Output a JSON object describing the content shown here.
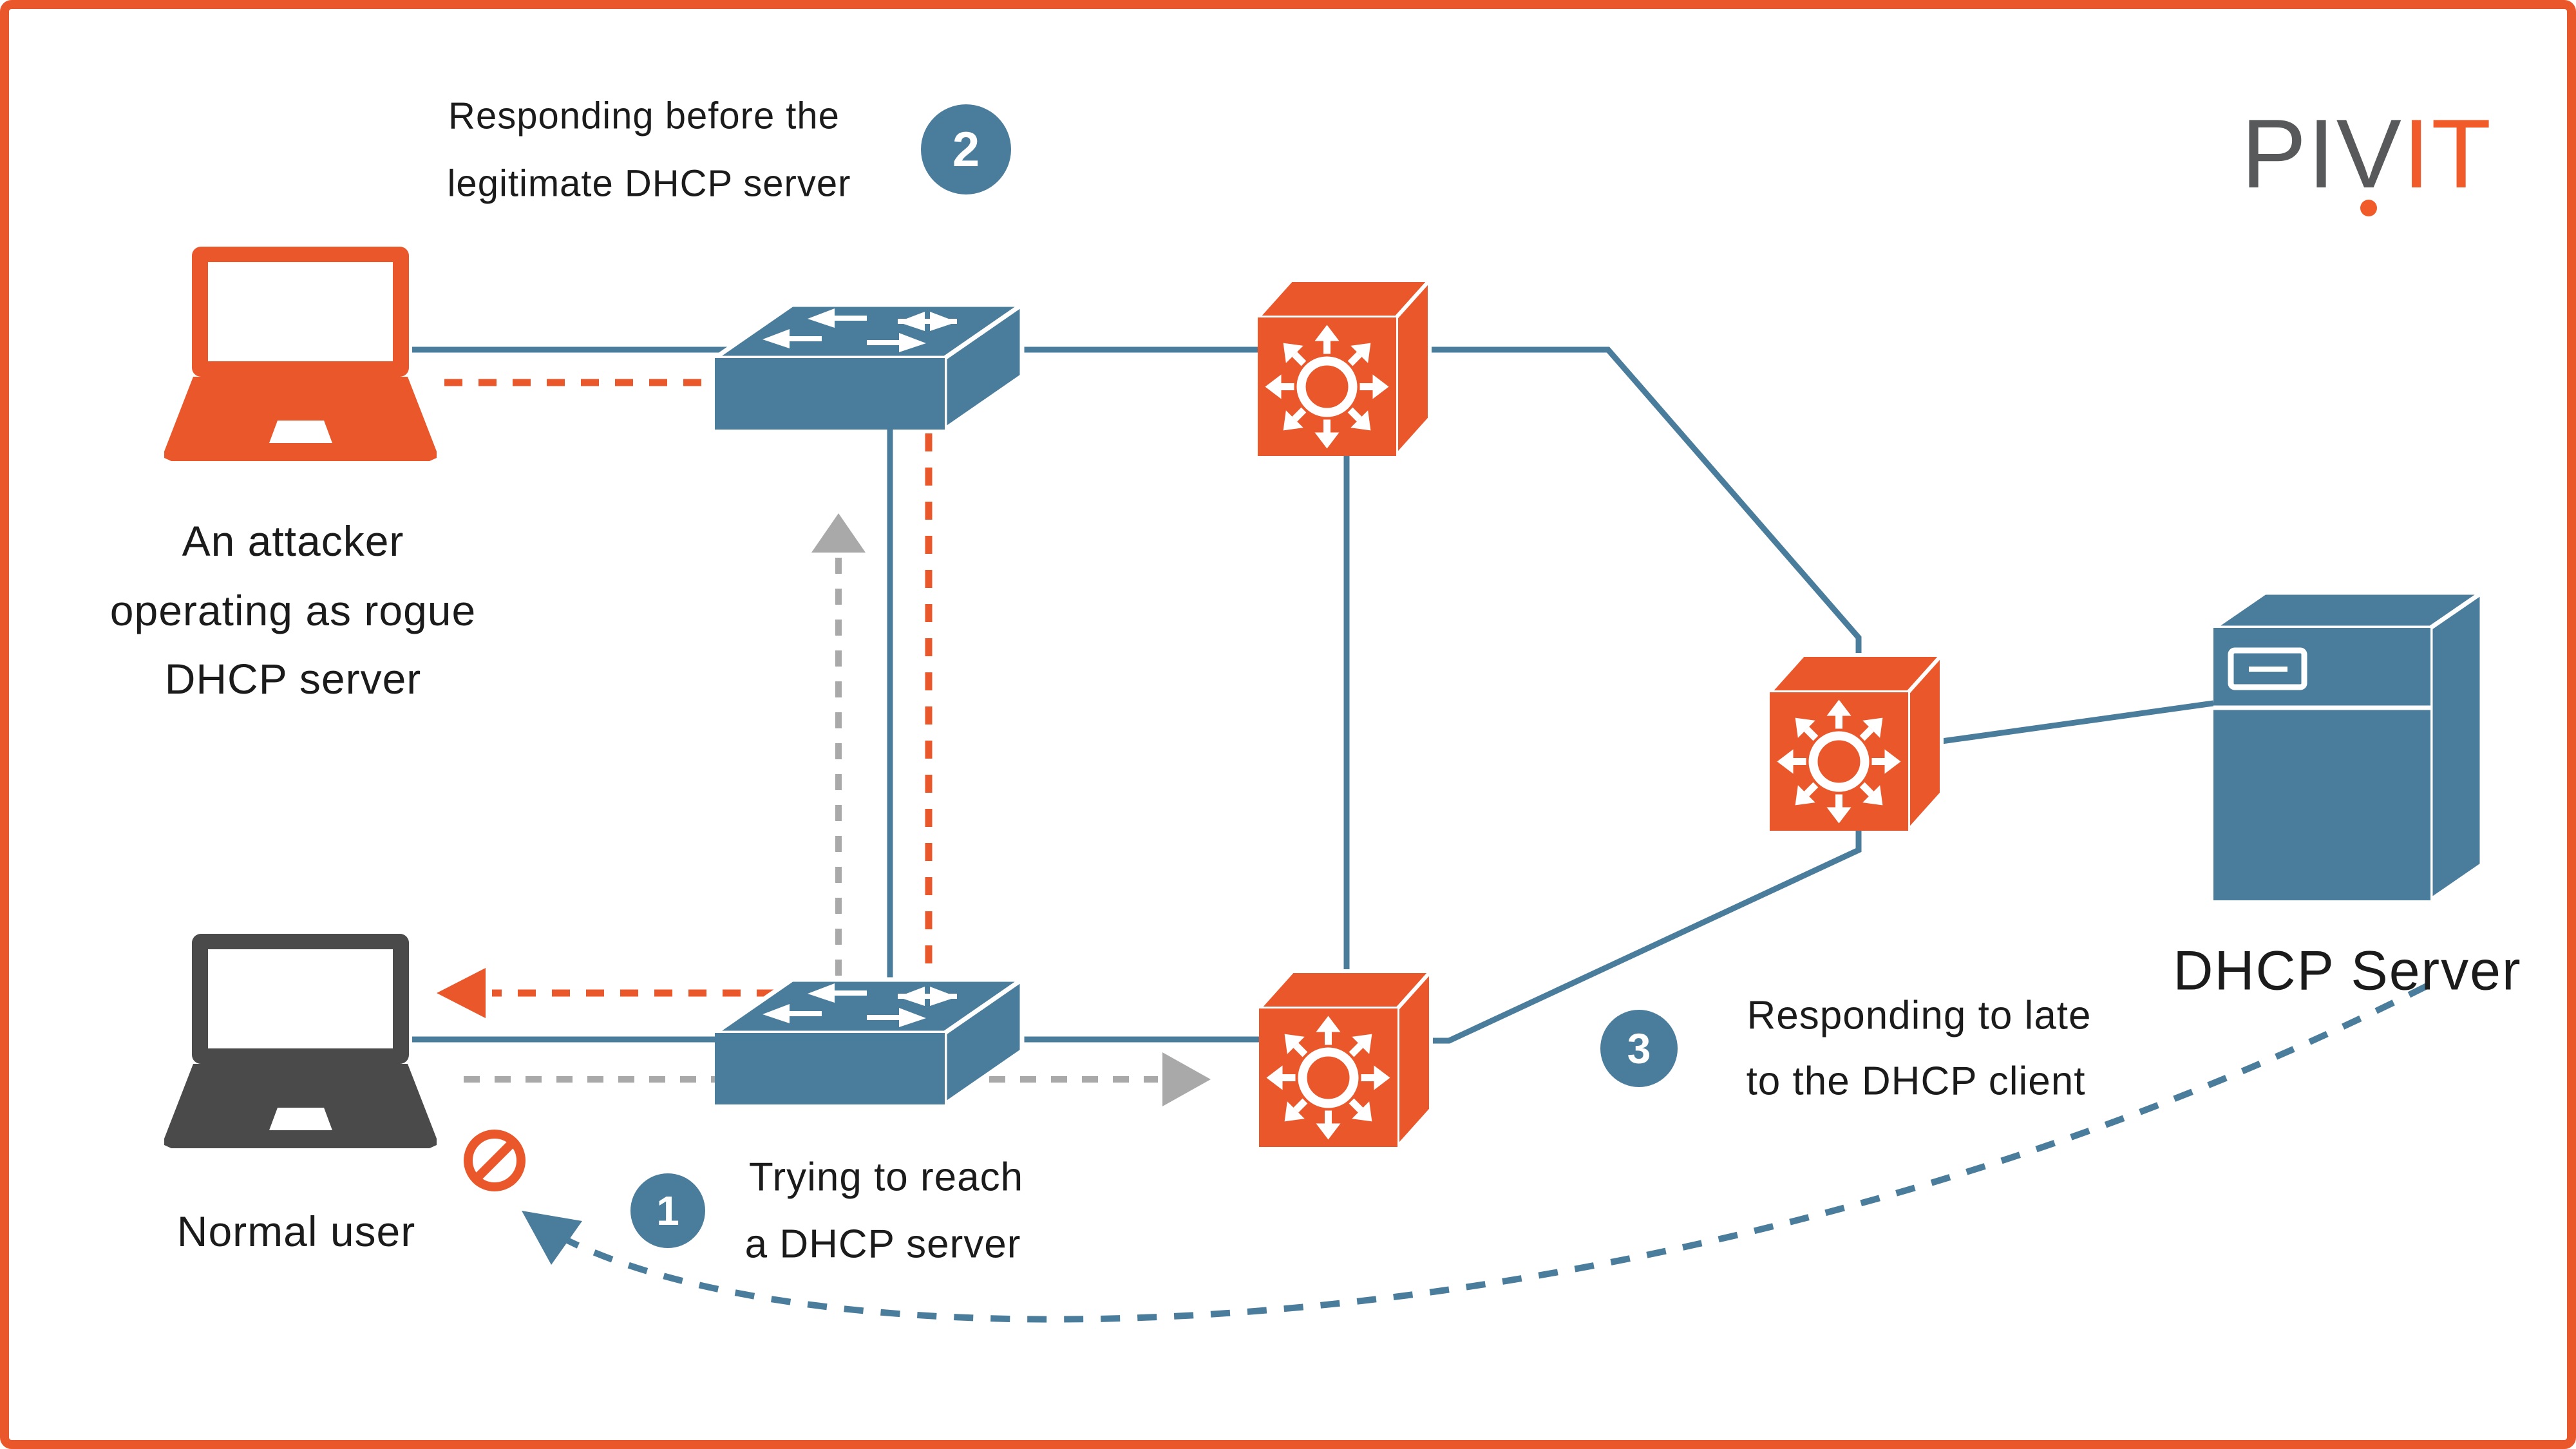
{
  "page": {
    "background": "#ffffff",
    "border_color": "#e9572b"
  },
  "logo": {
    "gray_part": "PIV",
    "orange_part": "IT",
    "gray_color": "#58595b",
    "orange_color": "#f15a29"
  },
  "labels": {
    "attacker": {
      "line1": "An attacker",
      "line2": "operating as rogue",
      "line3": "DHCP server"
    },
    "normal_user": {
      "text": "Normal user"
    },
    "dhcp_server": {
      "text": "DHCP Server"
    }
  },
  "callouts": {
    "step1": {
      "number": "1",
      "line1": "Trying to reach",
      "line2": "a DHCP server"
    },
    "step2": {
      "number": "2",
      "line1": "Responding before the",
      "line2": "legitimate DHCP server"
    },
    "step3": {
      "number": "3",
      "line1": "Responding to late",
      "line2": "to the DHCP client"
    }
  },
  "colors": {
    "steel_blue": "#4a7c9b",
    "orange": "#e9572b",
    "gray_dash": "#a9a9a9",
    "dark_laptop": "#4a4a4b",
    "text": "#1b1b1b",
    "badge_blue": "#4a7c9b"
  },
  "icons": {
    "attacker_device": "laptop-icon",
    "normal_user_device": "laptop-icon",
    "switches": "switch-icon",
    "routers": "router-icon",
    "server": "server-icon",
    "blocked": "no-entry-icon",
    "flow_up": "gray-dashed-arrow-up",
    "flow_right": "gray-dashed-arrow-right",
    "flow_left": "orange-dashed-arrow-left",
    "late_response": "blue-dashed-curved-arrow"
  }
}
